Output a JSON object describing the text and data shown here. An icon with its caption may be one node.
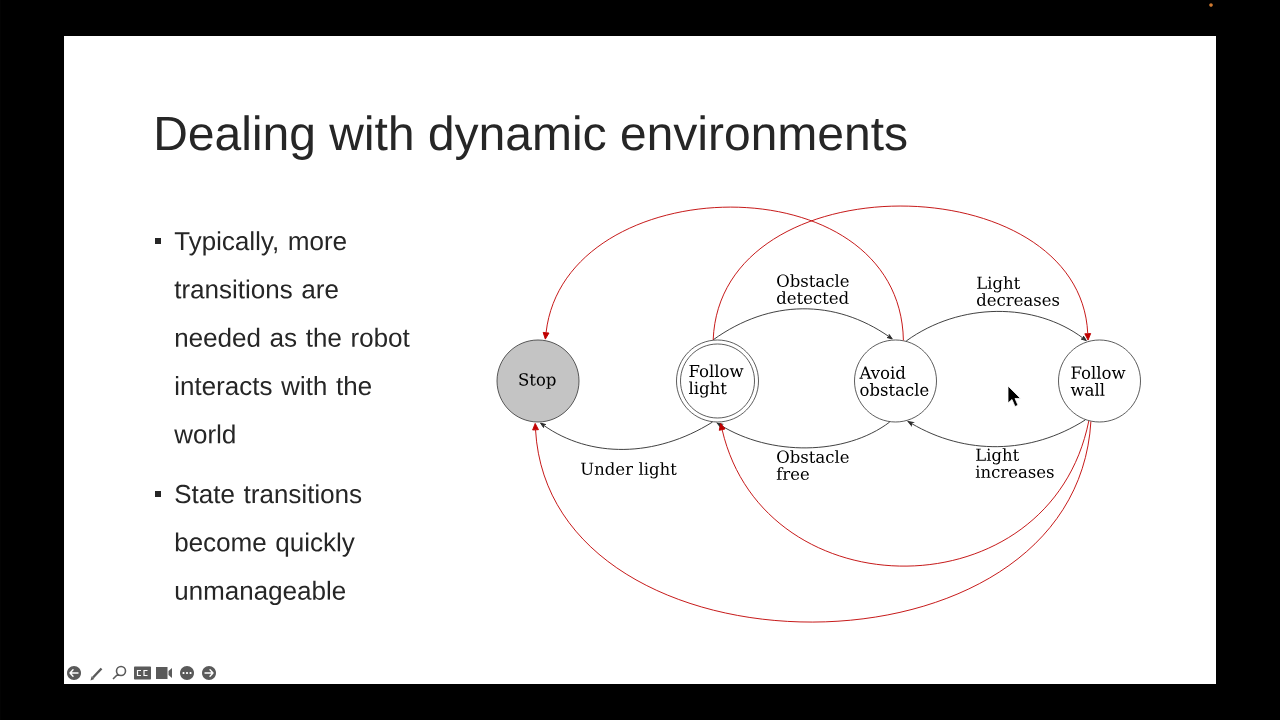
{
  "diagram": {
    "title": "Dealing with dynamic environments",
    "nodes": [
      {
        "text": [
          "Stop"
        ]
      },
      {
        "text": [
          "Follow light"
        ]
      },
      {
        "text": [
          "Avoid obstacle"
        ]
      },
      {
        "text": [
          "Follow wall"
        ]
      }
    ],
    "edges": [
      {
        "from": 1,
        "to": 2,
        "arrow": "to",
        "label": "Obstacle detected"
      },
      {
        "from": 2,
        "to": 3,
        "arrow": "to",
        "label": "Light decreases"
      },
      {
        "from": 3,
        "to": 2,
        "arrow": "to",
        "label": "Light increases"
      },
      {
        "from": 2,
        "to": 1,
        "arrow": "to",
        "label": "Obstacle free"
      },
      {
        "from": 1,
        "to": 0,
        "arrow": "to",
        "label": "Under light"
      },
      {
        "from": 2,
        "to": 0,
        "arrow": "to",
        "color": "#c00000"
      },
      {
        "from": 1,
        "to": 3,
        "arrow": "to",
        "color": "#c00000"
      },
      {
        "from": 3,
        "to": 1,
        "arrow": "to",
        "color": "#c00000"
      },
      {
        "from": 3,
        "to": 0,
        "arrow": "to",
        "color": "#c00000"
      }
    ],
    "labels": [
      "Typically, more transitions are needed as the robot interacts with the world",
      "State transitions become quickly unmanageable"
    ]
  }
}
